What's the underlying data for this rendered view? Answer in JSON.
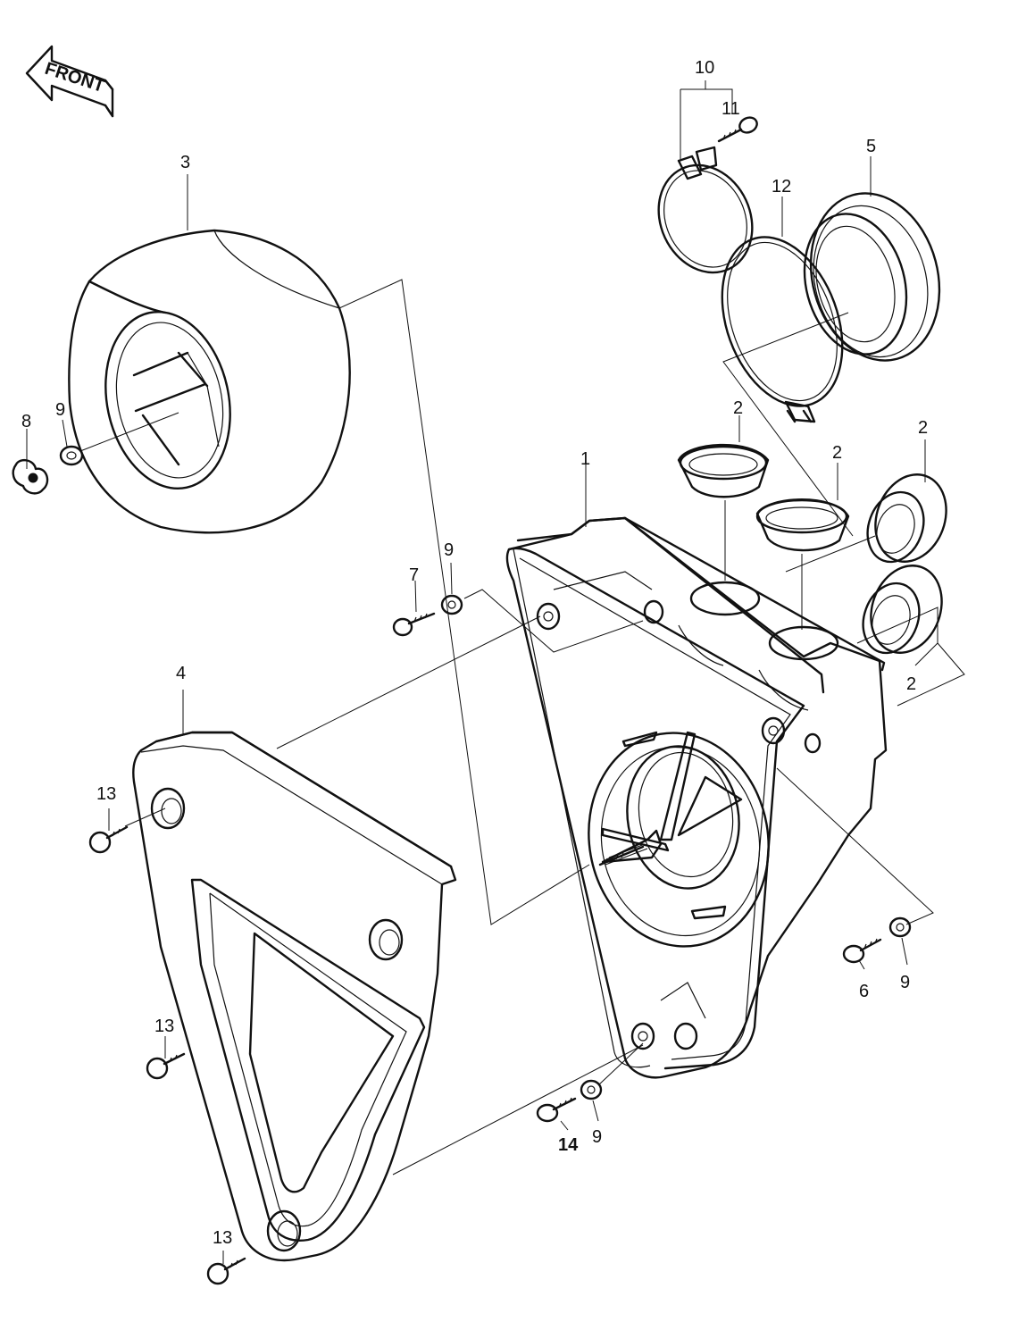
{
  "front_arrow": {
    "label": "FRONT"
  },
  "callouts": [
    {
      "id": "c1",
      "text": "1"
    },
    {
      "id": "c2a",
      "text": "2"
    },
    {
      "id": "c2b",
      "text": "2"
    },
    {
      "id": "c2c",
      "text": "2"
    },
    {
      "id": "c2d",
      "text": "2"
    },
    {
      "id": "c3",
      "text": "3"
    },
    {
      "id": "c4",
      "text": "4"
    },
    {
      "id": "c5",
      "text": "5"
    },
    {
      "id": "c6",
      "text": "6"
    },
    {
      "id": "c7",
      "text": "7"
    },
    {
      "id": "c8",
      "text": "8"
    },
    {
      "id": "c9a",
      "text": "9"
    },
    {
      "id": "c9b",
      "text": "9"
    },
    {
      "id": "c9c",
      "text": "9"
    },
    {
      "id": "c9d",
      "text": "9"
    },
    {
      "id": "c10",
      "text": "10"
    },
    {
      "id": "c11",
      "text": "11"
    },
    {
      "id": "c12",
      "text": "12"
    },
    {
      "id": "c13a",
      "text": "13"
    },
    {
      "id": "c13b",
      "text": "13"
    },
    {
      "id": "c13c",
      "text": "13"
    },
    {
      "id": "c14",
      "text": "14"
    }
  ],
  "colors": {
    "ink": "#111111",
    "paper": "#ffffff"
  }
}
